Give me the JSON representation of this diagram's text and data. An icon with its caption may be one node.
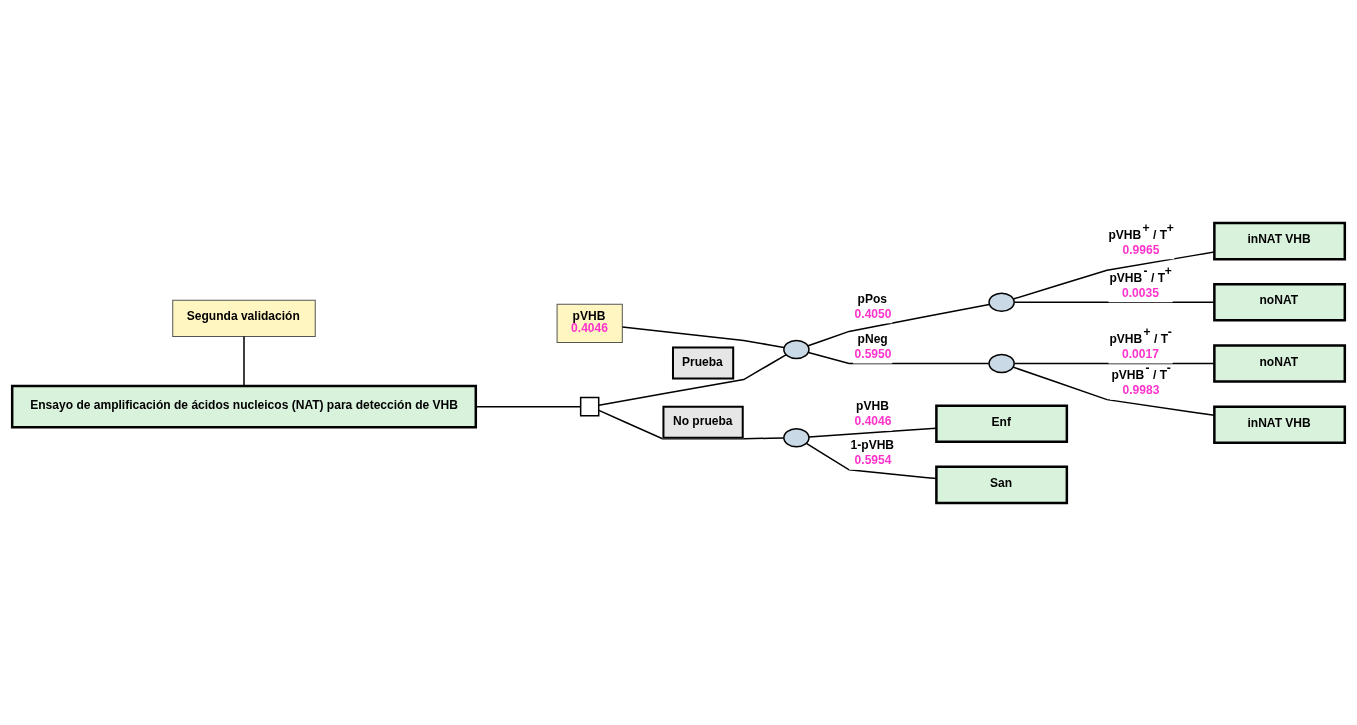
{
  "diagram": {
    "nodes": [
      {
        "text": [
          "Segunda validación"
        ]
      },
      {
        "text": [
          "Ensayo de amplificación de ácidos nucleicos (NAT) para detección de VHB"
        ]
      },
      {
        "text": [],
        "shape": "box"
      },
      {
        "text": [
          "pVHB",
          "0.4046"
        ]
      },
      {
        "text": [],
        "shape": "circle"
      },
      {
        "text": [],
        "shape": "circle"
      },
      {
        "text": [],
        "shape": "circle"
      },
      {
        "text": [],
        "shape": "circle"
      },
      {
        "text": [
          "inNAT VHB"
        ]
      },
      {
        "text": [
          "noNAT"
        ]
      },
      {
        "text": [
          "noNAT"
        ]
      },
      {
        "text": [
          "inNAT VHB"
        ]
      },
      {
        "text": [
          "Enf"
        ]
      },
      {
        "text": [
          "San"
        ]
      }
    ],
    "edges": [
      {
        "from": 0,
        "to": 1,
        "arrow": "none"
      },
      {
        "from": 1,
        "to": 2,
        "arrow": "none"
      },
      {
        "from": 2,
        "to": 4,
        "arrow": "none",
        "label": "Prueba"
      },
      {
        "from": 2,
        "to": 7,
        "arrow": "none",
        "label": "No prueba"
      },
      {
        "from": 3,
        "to": 4,
        "arrow": "none"
      },
      {
        "from": 4,
        "to": 5,
        "arrow": "none",
        "label": "pPos 0.4050"
      },
      {
        "from": 4,
        "to": 6,
        "arrow": "none",
        "label": "pNeg 0.5950"
      },
      {
        "from": 5,
        "to": 8,
        "arrow": "none",
        "label": "pVHB$^{+}$ / T$^{+}$ 0.9965"
      },
      {
        "from": 5,
        "to": 9,
        "arrow": "none",
        "label": "pVHB$^{-}$ / T$^{+}$ 0.0035"
      },
      {
        "from": 6,
        "to": 10,
        "arrow": "none",
        "label": "pVHB$^{+}$ / T$^{-}$ 0.0017"
      },
      {
        "from": 6,
        "to": 11,
        "arrow": "none",
        "label": "pVHB$^{-}$ / T$^{-}$ 0.9983"
      },
      {
        "from": 7,
        "to": 12,
        "arrow": "none",
        "label": "pVHB 0.4046"
      },
      {
        "from": 7,
        "to": 13,
        "arrow": "none",
        "label": "1-pVHB 0.5954"
      }
    ]
  }
}
